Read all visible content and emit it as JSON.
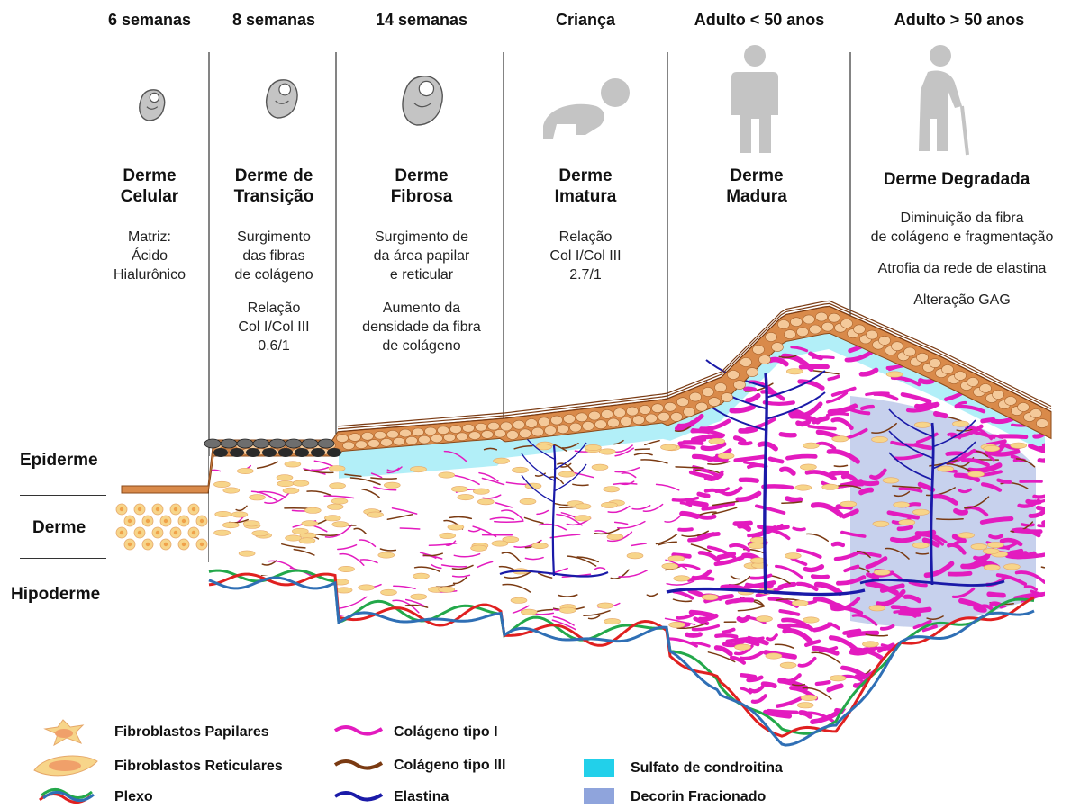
{
  "columns": [
    {
      "age": "6 semanas",
      "title": [
        "Derme",
        "Celular"
      ],
      "desc": [
        "Matriz:",
        "Ácido",
        "Hialurônico"
      ]
    },
    {
      "age": "8 semanas",
      "title": [
        "Derme de",
        "Transição"
      ],
      "desc": [
        "Surgimento",
        "das fibras",
        "de colágeno",
        "",
        "Relação",
        "Col I/Col III",
        "0.6/1"
      ]
    },
    {
      "age": "14 semanas",
      "title": [
        "Derme",
        "Fibrosa"
      ],
      "desc": [
        "Surgimento de",
        "da área papilar",
        "e reticular",
        "",
        "Aumento da",
        "densidade da fibra",
        "de colágeno"
      ]
    },
    {
      "age": "Criança",
      "title": [
        "Derme",
        "Imatura"
      ],
      "desc": [
        "Relação",
        "Col I/Col III",
        "2.7/1"
      ]
    },
    {
      "age": "Adulto < 50 anos",
      "title": [
        "Derme",
        "Madura"
      ],
      "desc": []
    },
    {
      "age": "Adulto > 50 anos",
      "title": [
        "Derme Degradada"
      ],
      "desc": [
        "Diminuição da fibra",
        "de colágeno e fragmentação",
        "",
        "Atrofia da rede de elastina",
        "",
        "Alteração GAG"
      ]
    }
  ],
  "layers": {
    "epiderme": "Epiderme",
    "derme": "Derme",
    "hipoderme": "Hipoderme"
  },
  "legend": {
    "fibro_papilares": "Fibroblastos Papilares",
    "fibro_reticulares": "Fibroblastos Reticulares",
    "plexo": "Plexo",
    "col1": "Colágeno tipo I",
    "col3": "Colágeno tipo III",
    "elastina": "Elastina",
    "sulfato": "Sulfato de condroitina",
    "decorin": "Decorin Fracionado"
  },
  "colors": {
    "collagen1": "#e31bbf",
    "collagen3": "#7a3a12",
    "elastin": "#1a1aa8",
    "chondroitin": "#22d0ea",
    "decorin": "#8fa4dc",
    "epidermis": "#d98a4a",
    "plexus_red": "#e02020",
    "plexus_green": "#23a84a",
    "plexus_blue": "#2f6fb5",
    "fibroblast": "#f7d58a",
    "icon_gray": "#c4c4c4"
  }
}
